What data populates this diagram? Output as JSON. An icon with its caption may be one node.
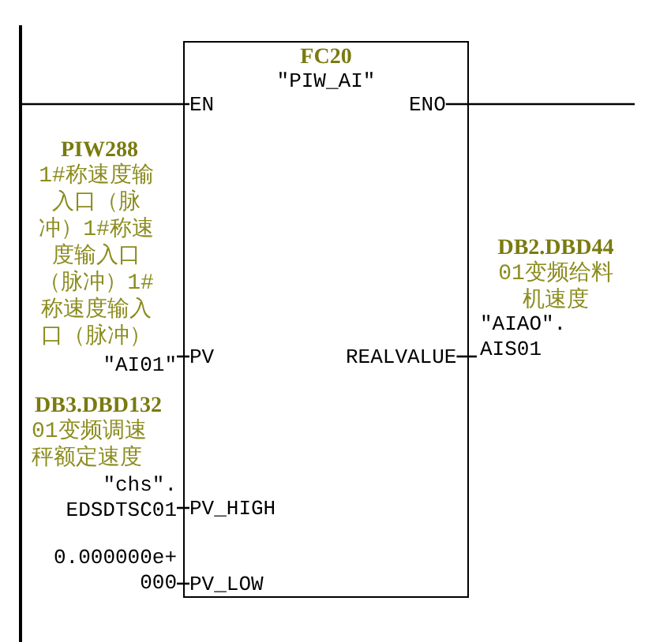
{
  "diagram": {
    "nodes": [
      {
        "text": [],
        "shape": "bar"
      },
      {
        "text": [
          "FC20",
          "″PIW_AI″"
        ]
      },
      {
        "text": [
          "EN"
        ],
        "in": 1
      },
      {
        "text": [
          "ENO"
        ],
        "in": 1
      },
      {
        "text": [
          "PV"
        ],
        "in": 1
      },
      {
        "text": [
          "REALVALUE"
        ],
        "in": 1
      },
      {
        "text": [
          "PV_HIGH"
        ],
        "in": 1
      },
      {
        "text": [
          "PV_LOW"
        ],
        "in": 1
      },
      {
        "text": [
          "PIW288",
          "1#称速度输入口（脉冲）1#称速度输入口（脉冲）1#称速度输入口（脉冲）",
          "″AI01″"
        ]
      },
      {
        "text": [
          "DB2.DBD44",
          "01变频给料机速度",
          "″AIAO″. AIS01"
        ]
      },
      {
        "text": [
          "DB3.DBD132",
          "01变频调速秤额定速度",
          "″chs″. EDSDTSC01"
        ]
      },
      {
        "text": [
          "0.000000e+ 000"
        ]
      }
    ],
    "edges": [
      {
        "from": 0,
        "to": 2,
        "arrow": "none"
      },
      {
        "from": 3,
        "to": null,
        "arrow": "none"
      },
      {
        "from": 8,
        "to": 4,
        "arrow": "none"
      },
      {
        "from": 5,
        "to": 9,
        "arrow": "none"
      },
      {
        "from": 10,
        "to": 6,
        "arrow": "none"
      },
      {
        "from": 11,
        "to": 7,
        "arrow": "none"
      }
    ]
  }
}
